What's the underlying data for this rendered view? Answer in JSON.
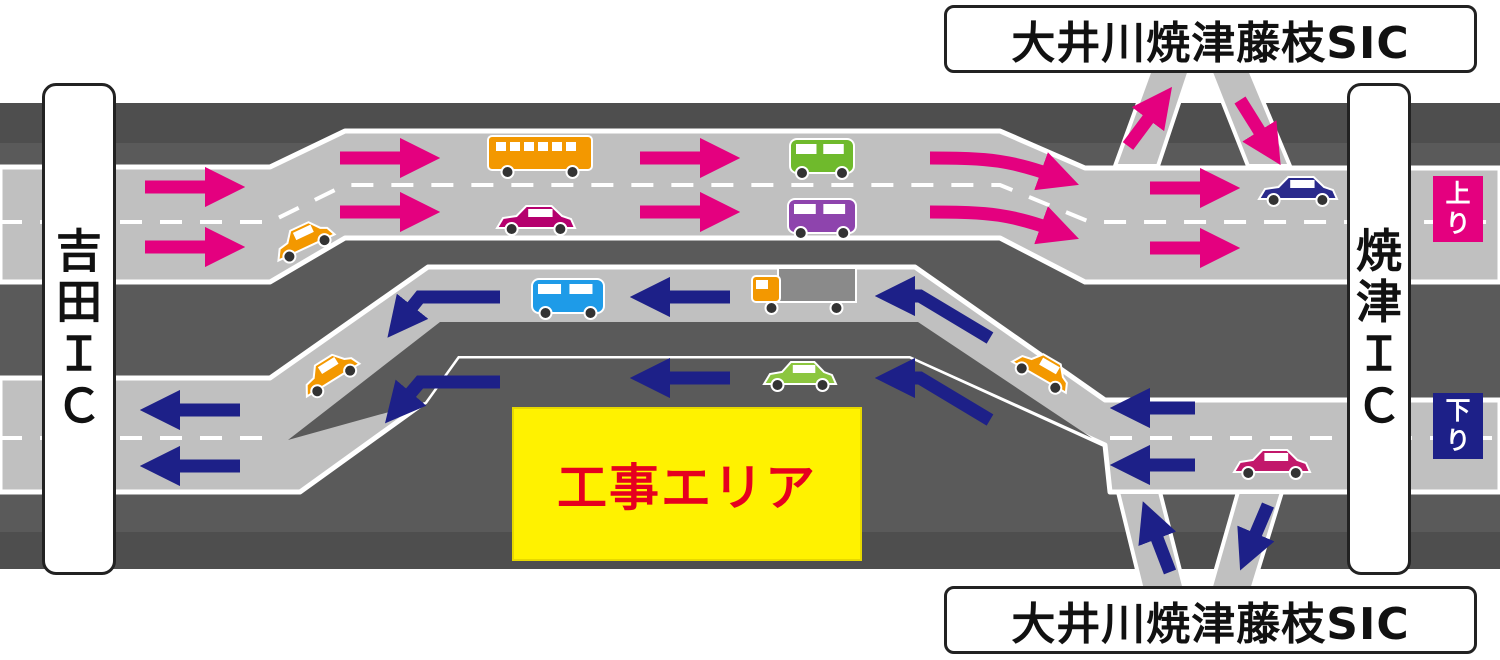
{
  "labels": {
    "yoshida_ic": [
      "吉",
      "田",
      "Ｉ",
      "Ｃ"
    ],
    "yaizu_ic": [
      "焼",
      "津",
      "Ｉ",
      "Ｃ"
    ],
    "smart_ic_top": "大井川焼津藤枝SIC",
    "smart_ic_bottom": "大井川焼津藤枝SIC",
    "up_line": [
      "上",
      "り"
    ],
    "down_line": [
      "下",
      "り"
    ],
    "work_area": "工事エリア"
  },
  "colors": {
    "up_arrow": "#e4007f",
    "down_arrow": "#1d2088",
    "road": "#bfbfbf",
    "median": "#5a5a5a",
    "work_area_fill": "#fff200",
    "work_area_text": "#e6001f",
    "up_badge": "#e4007f",
    "down_badge": "#1d2088"
  },
  "vehicles": [
    {
      "type": "car",
      "color": "#f39800",
      "lane": "up"
    },
    {
      "type": "bus",
      "color": "#f39800",
      "lane": "up"
    },
    {
      "type": "car",
      "color": "#b5006e",
      "lane": "up"
    },
    {
      "type": "van",
      "color": "#6fba2c",
      "lane": "up"
    },
    {
      "type": "van",
      "color": "#8e44ad",
      "lane": "up"
    },
    {
      "type": "car",
      "color": "#2a2a8c",
      "lane": "up"
    },
    {
      "type": "van",
      "color": "#1e9be8",
      "lane": "down"
    },
    {
      "type": "truck",
      "color": "#f39800",
      "lane": "down"
    },
    {
      "type": "car",
      "color": "#f39800",
      "lane": "down"
    },
    {
      "type": "car",
      "color": "#8cc63f",
      "lane": "down"
    },
    {
      "type": "car",
      "color": "#f39800",
      "lane": "down"
    },
    {
      "type": "car",
      "color": "#c2186b",
      "lane": "down"
    }
  ]
}
